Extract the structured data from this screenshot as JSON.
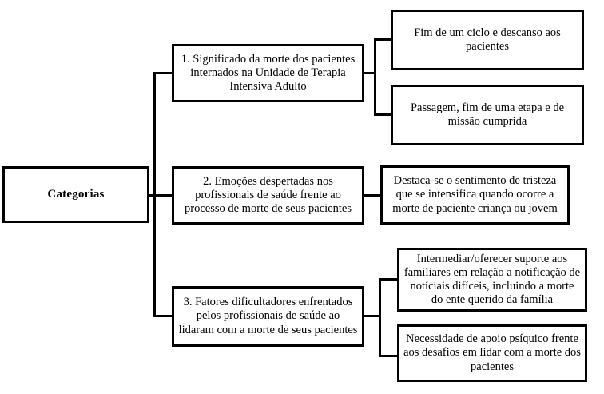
{
  "diagram": {
    "type": "tree-diagram",
    "orientation": "left-to-right",
    "colors": {
      "background": "#ffffff",
      "border": "#000000",
      "text": "#000000",
      "connector": "#000000"
    },
    "root": {
      "label": "Categorias"
    },
    "categories": [
      {
        "id": "cat-1",
        "label": "1. Significado da morte dos pacientes internados  na Unidade de Terapia Intensiva Adulto",
        "subitems": [
          {
            "id": "cat-1-sub-1",
            "label": "Fim de um ciclo e descanso aos pacientes"
          },
          {
            "id": "cat-1-sub-2",
            "label": "Passagem,  fim de uma etapa e de missão cumprida"
          }
        ]
      },
      {
        "id": "cat-2",
        "label": "2. Emoções despertadas  nos profissionais  de saúde frente ao processo de morte de seus pacientes",
        "subitems": [
          {
            "id": "cat-2-sub-1",
            "label": "Destaca-se o sentimento  de tristeza que se intensifica quando ocorre a morte de paciente criança ou jovem"
          }
        ]
      },
      {
        "id": "cat-3",
        "label": "3. Fatores dificultadores  enfrentados pelos profissionais  de saúde ao lidaram com a morte de seus pacientes",
        "subitems": [
          {
            "id": "cat-3-sub-1",
            "label": "Intermediar/oferecer  suporte aos familiares em relação a notificação de notíciais difíceis, incluindo a morte do ente querido da família"
          },
          {
            "id": "cat-3-sub-2",
            "label": "Necessidade  de apoio psíquico frente aos desafios em lidar com a morte dos pacientes"
          }
        ]
      }
    ]
  }
}
